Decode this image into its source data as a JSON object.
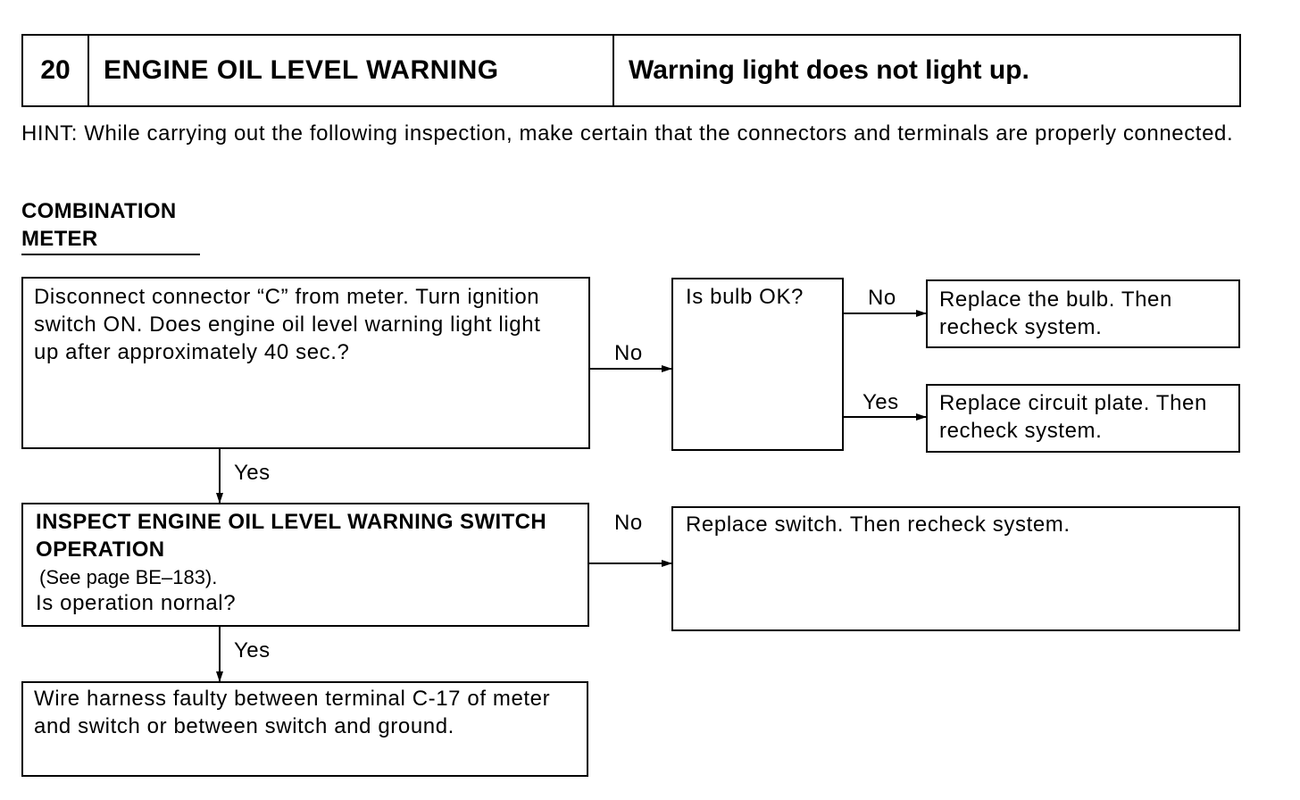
{
  "header": {
    "number": "20",
    "title": "ENGINE OIL LEVEL WARNING",
    "symptom": "Warning light does not light up."
  },
  "hint": "HINT:  While carrying out the following inspection, make certain that the connectors and terminals are properly connected.",
  "section": {
    "line1": "COMBINATION",
    "line2": "METER"
  },
  "boxes": {
    "disconnect": "Disconnect connector “C” from meter. Turn ignition switch ON. Does engine oil level warning light light up after approximately 40 sec.?",
    "bulb_check": "Is bulb OK?",
    "replace_bulb": "Replace the bulb. Then recheck system.",
    "replace_plate": "Replace circuit plate. Then recheck system.",
    "inspect_title": "INSPECT ENGINE OIL LEVEL WARNING SWITCH OPERATION",
    "inspect_page": "(See page BE–183).",
    "inspect_question": "Is operation nornal?",
    "replace_switch": "Replace switch. Then recheck system.",
    "wire_harness": "Wire harness faulty between terminal C-17 of meter and switch or between switch and ground."
  },
  "labels": {
    "no_disconnect": "No",
    "yes_disconnect": "Yes",
    "no_bulb": "No",
    "yes_bulb": "Yes",
    "no_inspect": "No",
    "yes_inspect": "Yes"
  }
}
